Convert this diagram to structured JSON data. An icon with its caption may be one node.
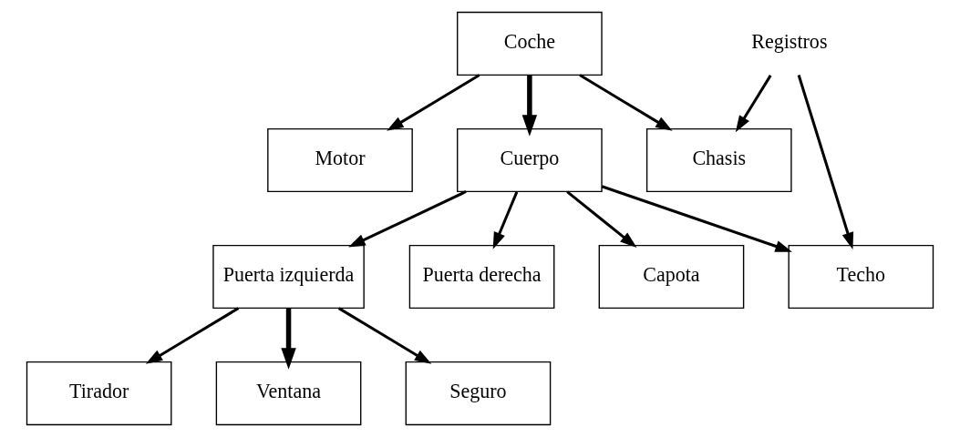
{
  "diagram": {
    "nodes": [
      {
        "text": [
          "Coche"
        ]
      },
      {
        "text": [
          "Motor"
        ]
      },
      {
        "text": [
          "Cuerpo"
        ]
      },
      {
        "text": [
          "Chasis"
        ]
      },
      {
        "text": [
          "Puerta izquierda"
        ]
      },
      {
        "text": [
          "Puerta derecha"
        ]
      },
      {
        "text": [
          "Capota"
        ]
      },
      {
        "text": [
          "Techo"
        ]
      },
      {
        "text": [
          "Tirador"
        ]
      },
      {
        "text": [
          "Ventana"
        ]
      },
      {
        "text": [
          "Seguro"
        ]
      },
      {
        "text": [
          "Registros"
        ]
      }
    ],
    "edges": [
      {
        "from": 0,
        "to": 1,
        "arrow": "to"
      },
      {
        "from": 0,
        "to": 2,
        "arrow": "to",
        "style": "thick"
      },
      {
        "from": 0,
        "to": 3,
        "arrow": "to"
      },
      {
        "from": 2,
        "to": 4,
        "arrow": "to"
      },
      {
        "from": 2,
        "to": 5,
        "arrow": "to"
      },
      {
        "from": 2,
        "to": 6,
        "arrow": "to"
      },
      {
        "from": 2,
        "to": 7,
        "arrow": "to"
      },
      {
        "from": 4,
        "to": 8,
        "arrow": "to"
      },
      {
        "from": 4,
        "to": 9,
        "arrow": "to",
        "style": "thick"
      },
      {
        "from": 4,
        "to": 10,
        "arrow": "to"
      },
      {
        "from": 11,
        "to": 3,
        "arrow": "to"
      },
      {
        "from": 11,
        "to": 7,
        "arrow": "to"
      }
    ]
  }
}
